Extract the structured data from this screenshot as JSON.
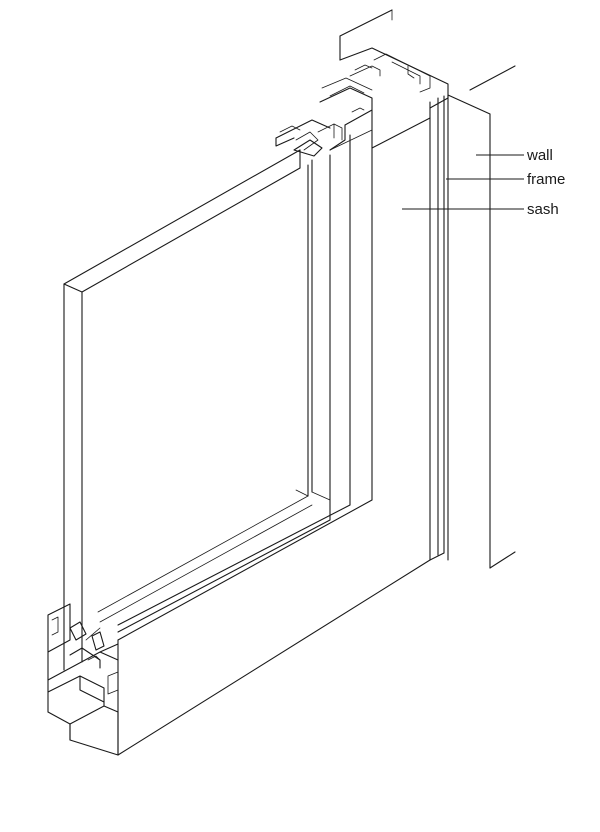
{
  "labels": {
    "wall": "wall",
    "frame": "frame",
    "sash": "sash"
  },
  "colors": {
    "line": "#1a1a1a",
    "background": "#ffffff"
  }
}
